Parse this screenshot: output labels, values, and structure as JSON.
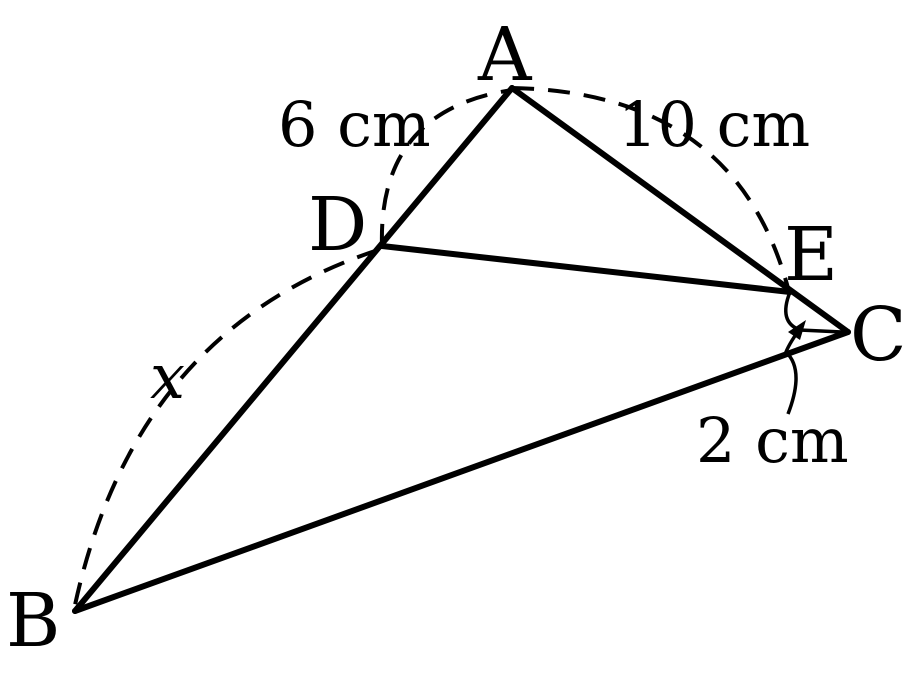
{
  "vertices": {
    "A": "A",
    "B": "B",
    "C": "C",
    "D": "D",
    "E": "E"
  },
  "measurements": {
    "AD": "6 cm",
    "AE": "10 cm",
    "EC": "2 cm",
    "DB": "x"
  },
  "colors": {
    "stroke": "#000000",
    "background": "#ffffff"
  }
}
